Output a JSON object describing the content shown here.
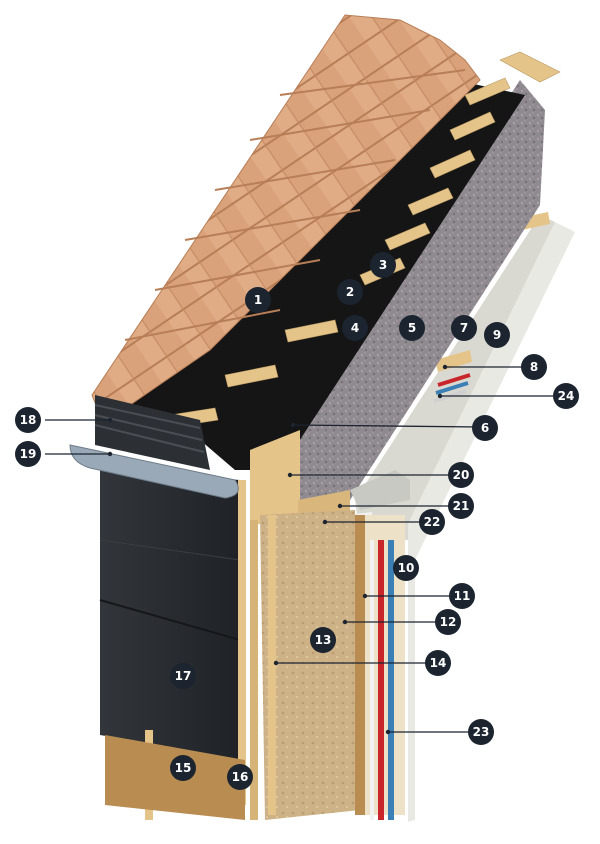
{
  "callouts": [
    {
      "id": "1",
      "label": "1"
    },
    {
      "id": "2",
      "label": "2"
    },
    {
      "id": "3",
      "label": "3"
    },
    {
      "id": "4",
      "label": "4"
    },
    {
      "id": "5",
      "label": "5"
    },
    {
      "id": "6",
      "label": "6"
    },
    {
      "id": "7",
      "label": "7"
    },
    {
      "id": "8",
      "label": "8"
    },
    {
      "id": "9",
      "label": "9"
    },
    {
      "id": "10",
      "label": "10"
    },
    {
      "id": "11",
      "label": "11"
    },
    {
      "id": "12",
      "label": "12"
    },
    {
      "id": "13",
      "label": "13"
    },
    {
      "id": "14",
      "label": "14"
    },
    {
      "id": "15",
      "label": "15"
    },
    {
      "id": "16",
      "label": "16"
    },
    {
      "id": "17",
      "label": "17"
    },
    {
      "id": "18",
      "label": "18"
    },
    {
      "id": "19",
      "label": "19"
    },
    {
      "id": "20",
      "label": "20"
    },
    {
      "id": "21",
      "label": "21"
    },
    {
      "id": "22",
      "label": "22"
    },
    {
      "id": "23",
      "label": "23"
    },
    {
      "id": "24",
      "label": "24"
    }
  ],
  "colors": {
    "badge": "#1c2430",
    "tile": "#d9a27a",
    "membrane": "#151515",
    "timber": "#e5c48a",
    "insulation": "#8f8a90",
    "board": "#cdb187",
    "cladding": "#2a2d31",
    "gutter": "#9aa9b8",
    "pipe_red": "#c8262a",
    "pipe_blue": "#3a7fb5"
  }
}
